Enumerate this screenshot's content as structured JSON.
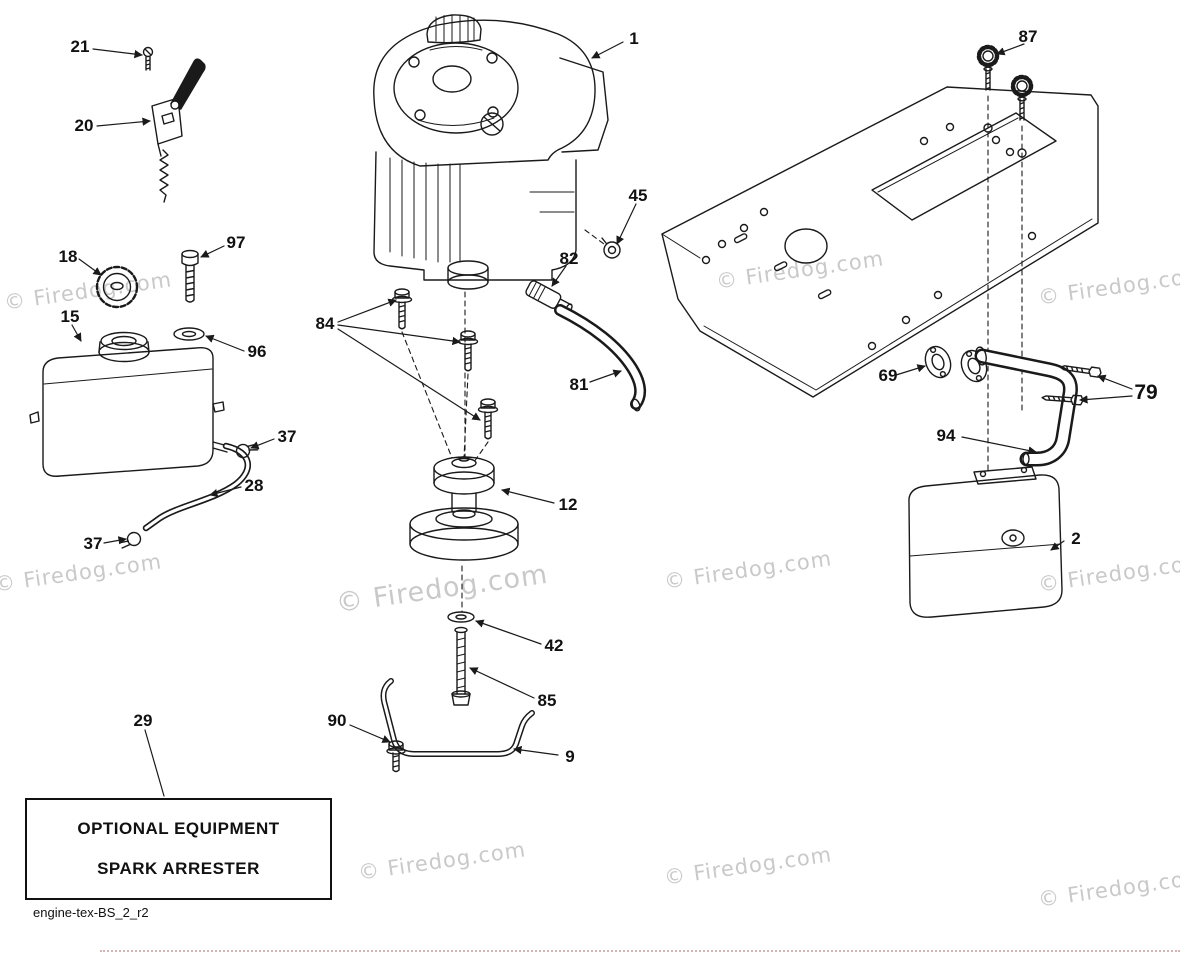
{
  "watermark": "© Firedog.com",
  "footer_code": "engine-tex-BS_2_r2",
  "note_box": {
    "line1": "OPTIONAL EQUIPMENT",
    "line2": "SPARK ARRESTER"
  },
  "callouts": {
    "c1": "1",
    "c2": "2",
    "c9": "9",
    "c12": "12",
    "c15": "15",
    "c18": "18",
    "c20": "20",
    "c21": "21",
    "c28": "28",
    "c29": "29",
    "c37_upper": "37",
    "c37_lower": "37",
    "c42": "42",
    "c45": "45",
    "c69": "69",
    "c79": "79",
    "c81": "81",
    "c82": "82",
    "c84": "84",
    "c85": "85",
    "c87": "87",
    "c90": "90",
    "c94": "94",
    "c96": "96",
    "c97": "97"
  }
}
